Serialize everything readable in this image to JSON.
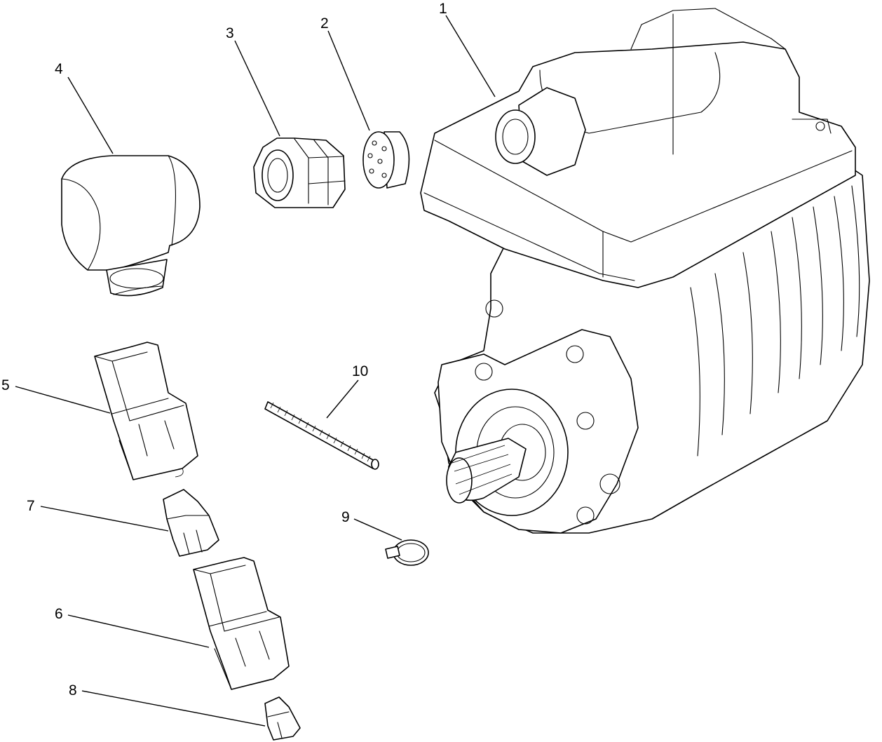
{
  "callouts": {
    "c1": "1",
    "c2": "2",
    "c3": "3",
    "c4": "4",
    "c5": "5",
    "c6": "6",
    "c7": "7",
    "c8": "8",
    "c9": "9",
    "c10": "10"
  },
  "parts": {
    "p1": "pump-assembly",
    "p2": "grommet",
    "p3": "cord-grip-nut",
    "p4": "elbow-fitting",
    "p5": "connector-housing-large",
    "p6": "connector-housing-large",
    "p7": "wedge-lock",
    "p8": "wedge-lock",
    "p9": "hose-clamp",
    "p10": "threaded-rod"
  }
}
